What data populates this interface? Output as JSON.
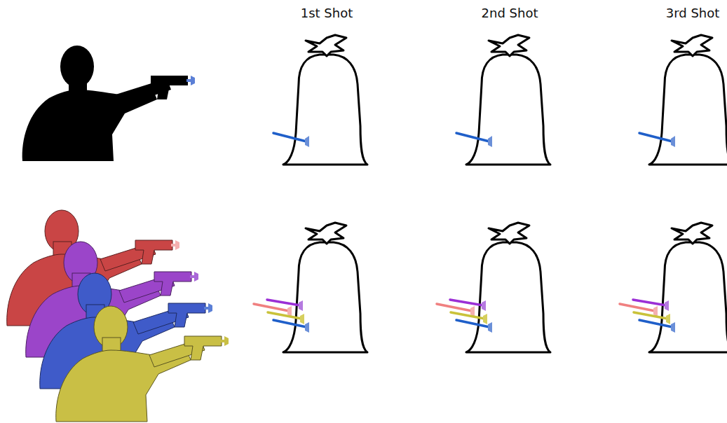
{
  "diagram": {
    "labels": [
      "1st Shot",
      "2nd Shot",
      "3rd Shot"
    ]
  }
}
